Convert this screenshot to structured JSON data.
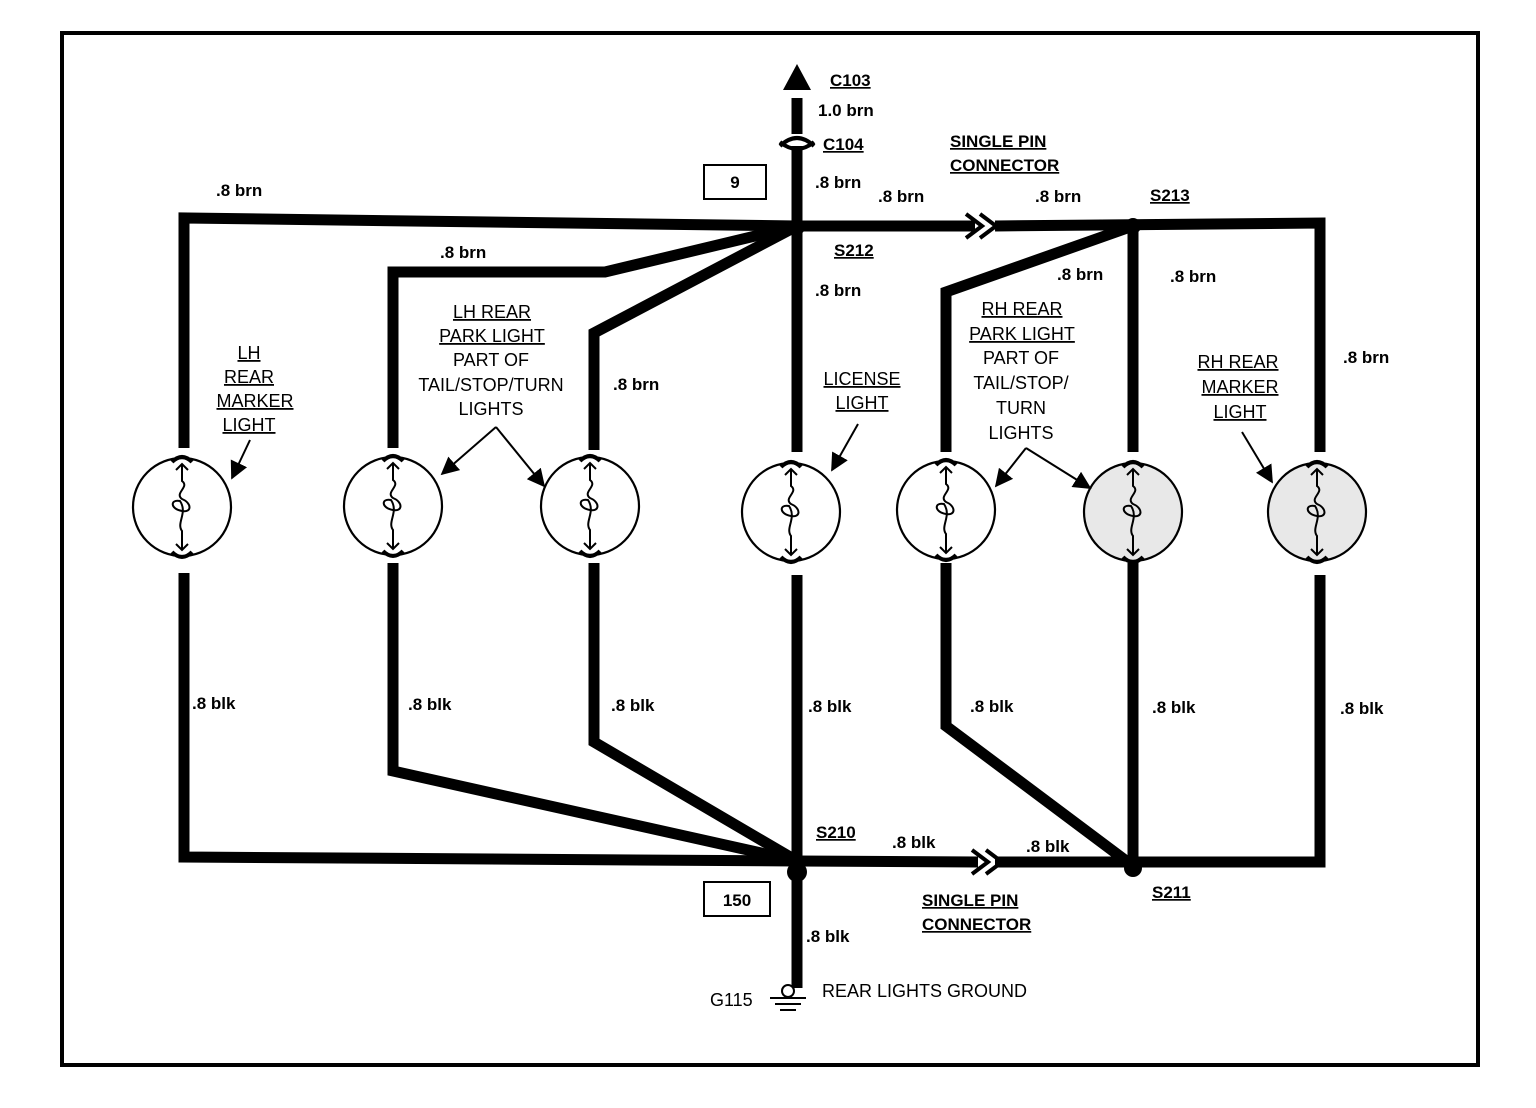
{
  "connectors": {
    "c103": "C103",
    "c104": "C104",
    "top_wire": "1.0 brn",
    "single_pin_top": [
      "SINGLE PIN",
      "CONNECTOR"
    ],
    "single_pin_bottom": [
      "SINGLE PIN",
      "CONNECTOR"
    ]
  },
  "splices": {
    "s210": "S210",
    "s211": "S211",
    "s212": "S212",
    "s213": "S213"
  },
  "boxes": {
    "box_top": "9",
    "box_bottom": "150"
  },
  "wires": {
    "brn": ".8 brn",
    "blk": ".8 blk"
  },
  "lights": {
    "lh_marker": [
      "LH",
      "REAR",
      "MARKER",
      "LIGHT"
    ],
    "lh_park": [
      "LH REAR",
      "PARK LIGHT"
    ],
    "lh_park_sub": [
      "PART OF",
      "TAIL/STOP/TURN",
      "LIGHTS"
    ],
    "license": [
      "LICENSE",
      "LIGHT"
    ],
    "rh_park": [
      "RH REAR",
      "PARK LIGHT"
    ],
    "rh_park_sub": [
      "PART OF",
      "TAIL/STOP/",
      "TURN",
      "LIGHTS"
    ],
    "rh_marker": [
      "RH REAR",
      "MARKER",
      "LIGHT"
    ]
  },
  "ground": {
    "id": "G115",
    "label": "REAR LIGHTS GROUND"
  }
}
